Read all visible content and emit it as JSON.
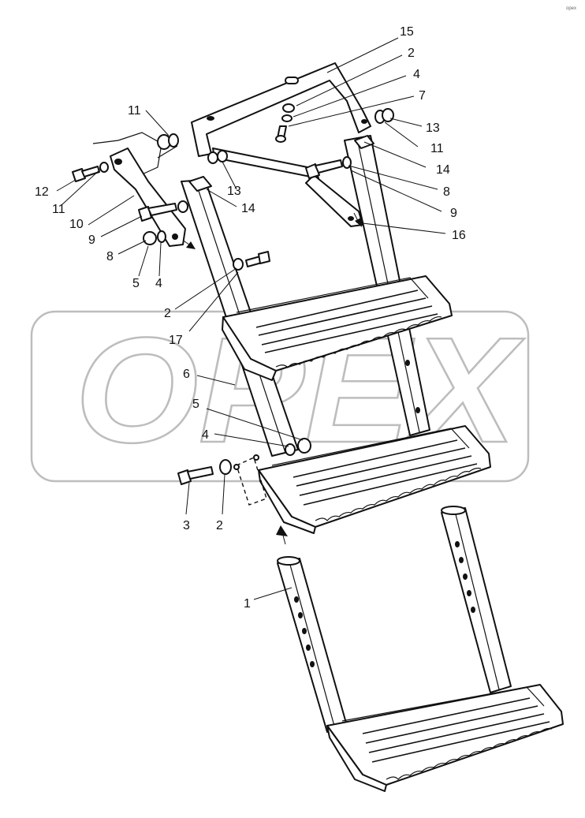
{
  "watermark": {
    "text": "OPEX"
  },
  "corner_mark": "opex",
  "callouts": [
    "15",
    "2",
    "4",
    "7",
    "13",
    "11",
    "14",
    "11",
    "13",
    "12",
    "11",
    "10",
    "14",
    "8",
    "9",
    "16",
    "9",
    "8",
    "5",
    "4",
    "2",
    "17",
    "6",
    "5",
    "4",
    "3",
    "2",
    "1"
  ]
}
